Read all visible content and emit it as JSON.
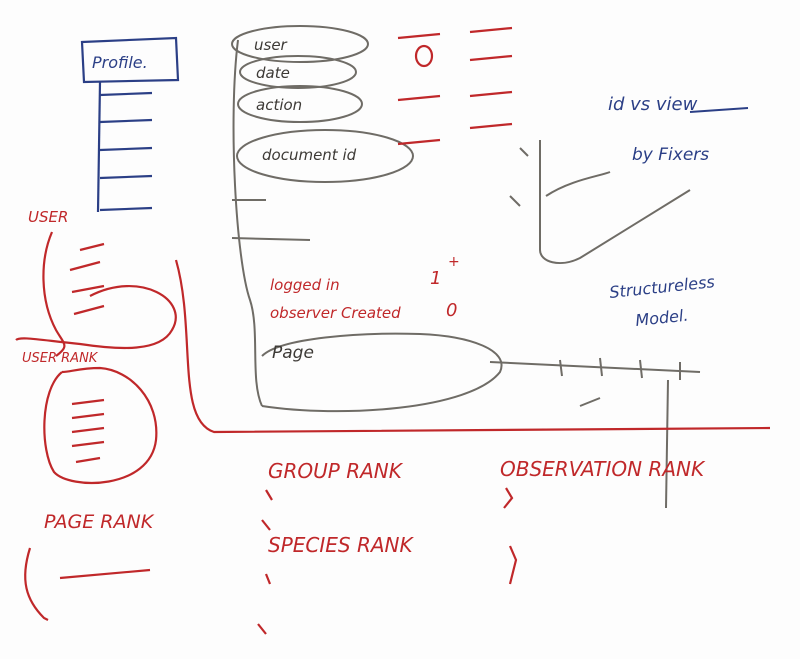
{
  "colors": {
    "blue_ink": "#2b3f86",
    "red_ink": "#c0282a",
    "gray_ink": "#6f6c66",
    "board": "#fdfdfd"
  },
  "board": {
    "top_left": {
      "box_label": "Profile.",
      "fields": [
        "user",
        "date",
        "action",
        "document id"
      ]
    },
    "top_right": {
      "line1": "id vs view",
      "line2": "by Fixers",
      "line3": "Structureless",
      "line4": "Model."
    },
    "middle": {
      "logged_in": "logged in",
      "observer_created": "observer Created",
      "marker_1": "1",
      "marker_plus": "+",
      "marker_0": "0",
      "page": "Page"
    },
    "left": {
      "user": "USER",
      "user_rank": "USER RANK",
      "page_rank": "PAGE RANK"
    },
    "bottom": {
      "group_rank": "GROUP RANK",
      "species_rank": "SPECIES RANK",
      "observation_rank": "OBSERVATION RANK"
    }
  }
}
